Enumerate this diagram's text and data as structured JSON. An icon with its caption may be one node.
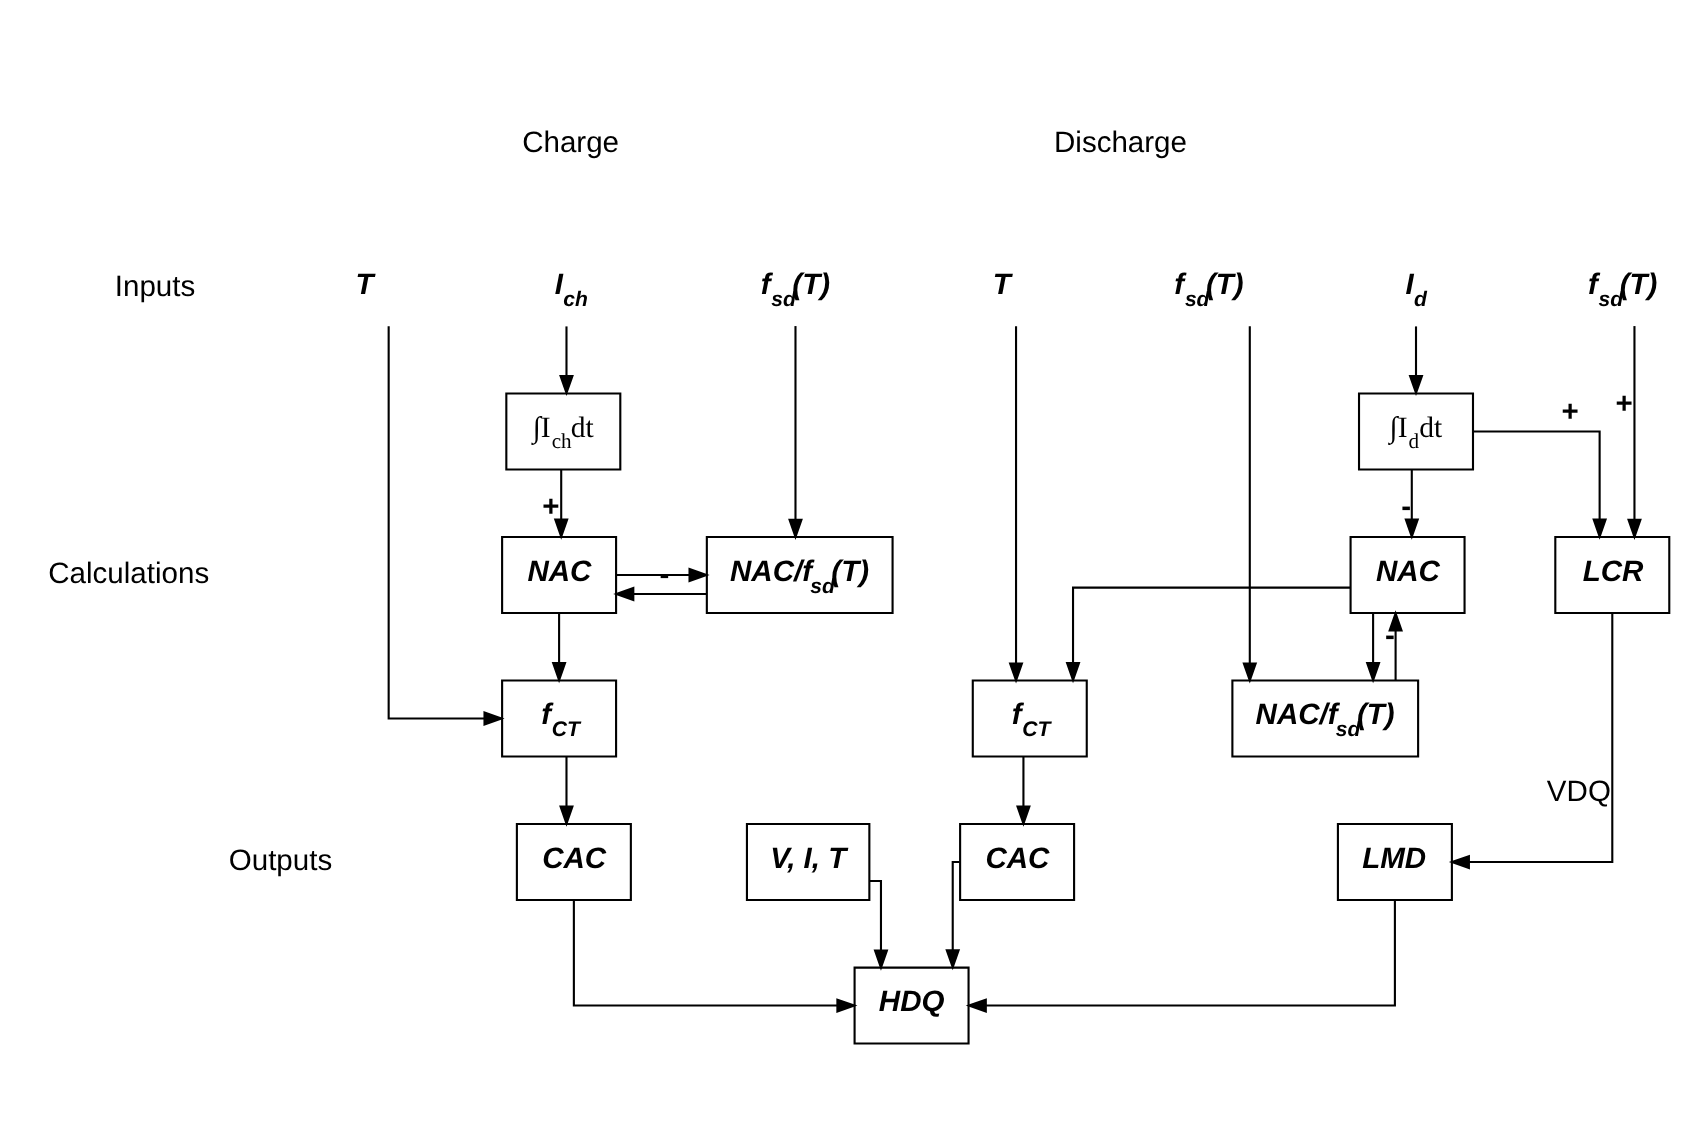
{
  "diagram": {
    "nodes": [
      {
        "text": [
          "T"
        ]
      },
      {
        "text": [
          "I$_{ch}$"
        ]
      },
      {
        "text": [
          "f$_{sd}$(T)"
        ]
      },
      {
        "text": [
          "T"
        ]
      },
      {
        "text": [
          "f$_{sd}$(T)"
        ]
      },
      {
        "text": [
          "I$_{d}$"
        ]
      },
      {
        "text": [
          "f$_{sd}$(T)"
        ]
      },
      {
        "text": [
          "∫I$_{ch}$dt"
        ]
      },
      {
        "text": [
          "NAC"
        ]
      },
      {
        "text": [
          "NAC/f$_{sd}$(T)"
        ]
      },
      {
        "text": [
          "f$_{CT}$"
        ]
      },
      {
        "text": [
          "∫I$_{d}$dt"
        ]
      },
      {
        "text": [
          "NAC"
        ]
      },
      {
        "text": [
          "LCR"
        ]
      },
      {
        "text": [
          "NAC/f$_{sd}$(T)"
        ]
      },
      {
        "text": [
          "f$_{CT}$"
        ]
      },
      {
        "text": [
          "LMD"
        ]
      },
      {
        "text": [
          "CAC"
        ]
      },
      {
        "text": [
          "V, I, T"
        ]
      },
      {
        "text": [
          "CAC"
        ]
      },
      {
        "text": [
          "HDQ"
        ]
      }
    ],
    "edges": [
      {
        "from": 1,
        "to": 7,
        "arrow": "to"
      },
      {
        "from": 7,
        "to": 8,
        "arrow": "to",
        "label": "+"
      },
      {
        "from": 9,
        "to": 8,
        "arrow": "to",
        "label": "-"
      },
      {
        "from": 8,
        "to": 9,
        "arrow": "to"
      },
      {
        "from": 2,
        "to": 9,
        "arrow": "to"
      },
      {
        "from": 8,
        "to": 10,
        "arrow": "to"
      },
      {
        "from": 0,
        "to": 10,
        "arrow": "to"
      },
      {
        "from": 10,
        "to": 17,
        "arrow": "to"
      },
      {
        "from": 5,
        "to": 11,
        "arrow": "to"
      },
      {
        "from": 11,
        "to": 12,
        "arrow": "to",
        "label": "-"
      },
      {
        "from": 11,
        "to": 13,
        "arrow": "to",
        "label": "+"
      },
      {
        "from": 6,
        "to": 13,
        "arrow": "to",
        "label": "+"
      },
      {
        "from": 4,
        "to": 14,
        "arrow": "to"
      },
      {
        "from": 14,
        "to": 12,
        "arrow": "to",
        "label": "-"
      },
      {
        "from": 12,
        "to": 14,
        "arrow": "to"
      },
      {
        "from": 12,
        "to": 15,
        "arrow": "to"
      },
      {
        "from": 3,
        "to": 15,
        "arrow": "to"
      },
      {
        "from": 13,
        "to": 16,
        "arrow": "to",
        "label": "VDQ"
      },
      {
        "from": 15,
        "to": 19,
        "arrow": "to"
      },
      {
        "from": 17,
        "to": 20,
        "arrow": "to"
      },
      {
        "from": 18,
        "to": 20,
        "arrow": "to"
      },
      {
        "from": 19,
        "to": 20,
        "arrow": "to"
      },
      {
        "from": 16,
        "to": 20,
        "arrow": "to"
      }
    ],
    "labels": [
      "Charge",
      "Discharge",
      "Inputs",
      "Calculations",
      "Outputs"
    ]
  }
}
